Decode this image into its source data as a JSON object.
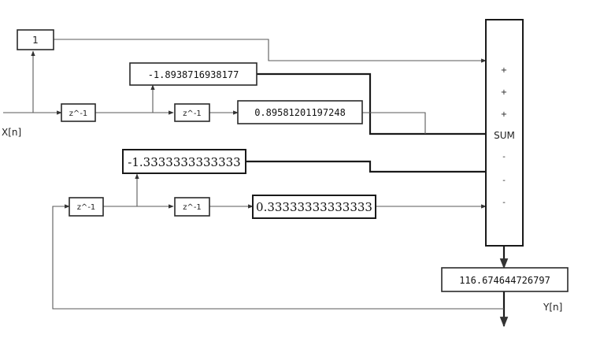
{
  "blocks": {
    "gain_x": "1",
    "delay_x1": "z^-1",
    "delay_x2": "z^-1",
    "gain_b1": "-1.8938716938177",
    "gain_b2": "0.89581201197248",
    "gain_a1": "-1.3333333333333",
    "delay_y1": "z^-1",
    "delay_y2": "z^-1",
    "gain_a2": "0.33333333333333",
    "sum": "SUM",
    "output_gain": "116.674644726797"
  },
  "signs": [
    "+",
    "+",
    "+",
    "-",
    "-",
    "-"
  ],
  "labels": {
    "input": "X[n]",
    "output": "Y[n]"
  }
}
